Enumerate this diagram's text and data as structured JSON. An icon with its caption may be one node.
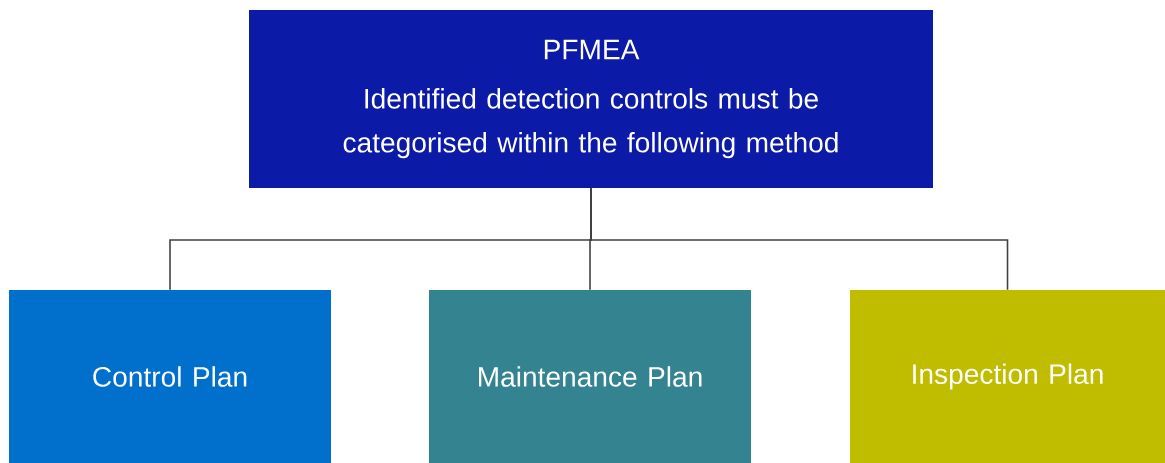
{
  "diagram": {
    "nodes": [
      {
        "text": [
          "PFMEA",
          "Identified detection controls must be categorised within the following method"
        ]
      },
      {
        "text": [
          "Control Plan"
        ]
      },
      {
        "text": [
          "Maintenance Plan"
        ]
      },
      {
        "text": [
          "Inspection Plan"
        ]
      }
    ],
    "edges": [
      {
        "from": 0,
        "to": 1,
        "arrow": "none"
      },
      {
        "from": 0,
        "to": 2,
        "arrow": "none"
      },
      {
        "from": 0,
        "to": 3,
        "arrow": "none"
      }
    ]
  }
}
